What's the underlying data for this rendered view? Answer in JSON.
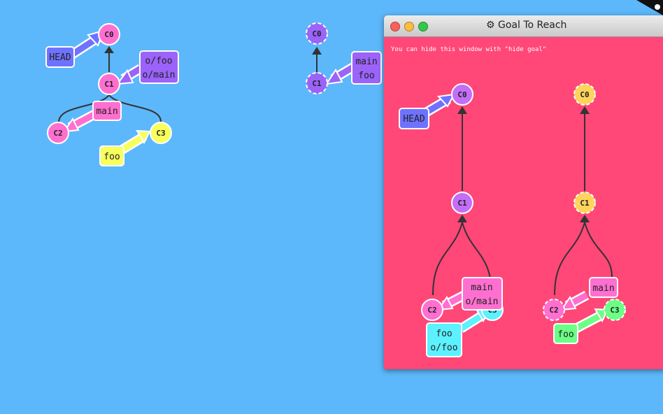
{
  "main_tree": {
    "local": {
      "commits": {
        "c0": "C0",
        "c1": "C1",
        "c2": "C2",
        "c3": "C3"
      },
      "refs": {
        "head": "HEAD",
        "main": "main",
        "foo": "foo",
        "o_foo": "o/foo",
        "o_main": "o/main"
      }
    },
    "remote": {
      "commits": {
        "c0": "C0",
        "c1": "C1"
      },
      "refs": {
        "main": "main",
        "foo": "foo"
      }
    }
  },
  "goal_window": {
    "title": "Goal To Reach",
    "title_icon": "gear-icon",
    "hint": "You can hide this window with \"hide goal\"",
    "local": {
      "commits": {
        "c0": "C0",
        "c1": "C1",
        "c2": "C2",
        "c3": "C3"
      },
      "refs": {
        "head": "HEAD",
        "main": "main",
        "o_main": "o/main",
        "foo": "foo",
        "o_foo": "o/foo"
      }
    },
    "remote": {
      "commits": {
        "c0": "C0",
        "c1": "C1",
        "c2": "C2",
        "c3": "C3"
      },
      "refs": {
        "main": "main",
        "foo": "foo"
      }
    }
  },
  "colors": {
    "background": "#5cb8fb",
    "goal_background": "#ff4778",
    "pink": "#ff6fd0",
    "yellow": "#f7ff5c",
    "purple": "#9b63f9",
    "violet": "#c36ef7",
    "cyan": "#5cf1ff",
    "green": "#6cff85",
    "amber": "#ffd45c",
    "head_blue": "#6f72ff"
  }
}
